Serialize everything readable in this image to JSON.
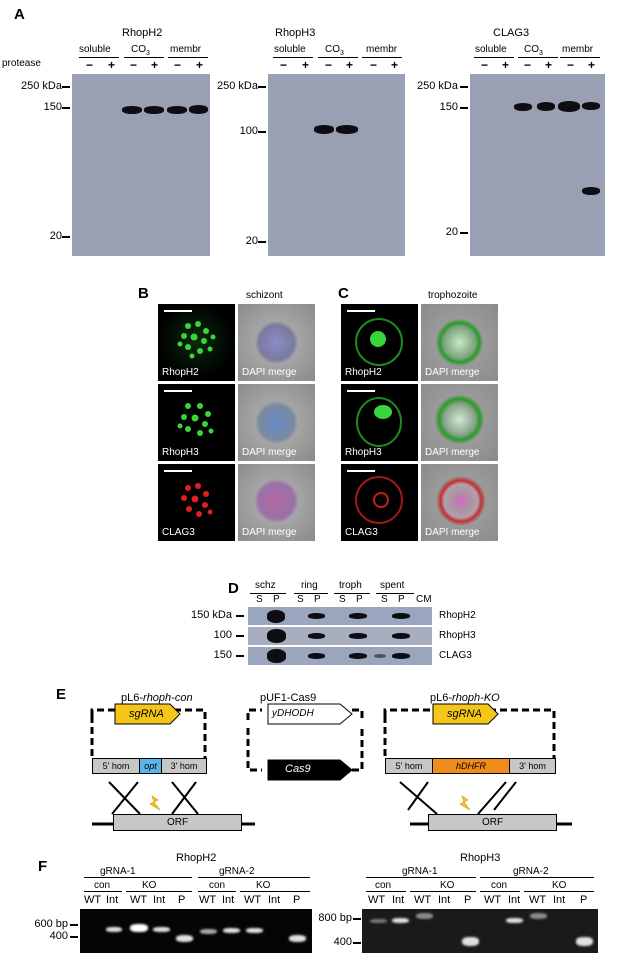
{
  "panels": {
    "a": "A",
    "b": "B",
    "c": "C",
    "d": "D",
    "e": "E",
    "f": "F"
  },
  "a": {
    "blots": [
      "RhopH2",
      "RhopH3",
      "CLAG3"
    ],
    "fractions": [
      "soluble",
      "CO",
      "membr"
    ],
    "co_sub": "3",
    "protease_label": "protease",
    "minus": "−",
    "plus": "+",
    "markers": {
      "m250": "250 kDa",
      "m150": "150",
      "m100": "100",
      "m20": "20"
    }
  },
  "b": {
    "title": "schizont",
    "rows": [
      "RhopH2",
      "RhopH3",
      "CLAG3"
    ],
    "merge": "DAPI merge"
  },
  "c": {
    "title": "trophozoite",
    "rows": [
      "RhopH2",
      "RhopH3",
      "CLAG3"
    ],
    "merge": "DAPI merge"
  },
  "d": {
    "groups": [
      "schz",
      "ring",
      "troph",
      "spent"
    ],
    "sp": [
      "S",
      "P"
    ],
    "cm": "CM",
    "markers": [
      "150 kDa",
      "100",
      "150"
    ],
    "proteins": [
      "RhopH2",
      "RhopH3",
      "CLAG3"
    ]
  },
  "e": {
    "con": "pL6-",
    "con_it": "rhoph-con",
    "cas": "pUF1-Cas9",
    "ko": "pL6-",
    "ko_it": "rhoph-KO",
    "sgrna": "sgRNA",
    "ydhodh": "yDHODH",
    "cas9": "Cas9",
    "hom5": "5' hom",
    "hom3": "3' hom",
    "opt": "opt",
    "hdhfr": "hDHFR",
    "orf": "ORF",
    "colors": {
      "sgrna": "#f5c518",
      "opt": "#5ab4e6",
      "hdhfr": "#f08c1c"
    }
  },
  "f": {
    "left_title": "RhopH2",
    "right_title": "RhopH3",
    "g1": "gRNA-1",
    "g2": "gRNA-2",
    "con": "con",
    "ko": "KO",
    "lanes": {
      "wt": "WT",
      "int": "Int",
      "p": "P"
    },
    "left_markers": [
      "600 bp",
      "400"
    ],
    "right_markers": [
      "800 bp",
      "400"
    ]
  }
}
